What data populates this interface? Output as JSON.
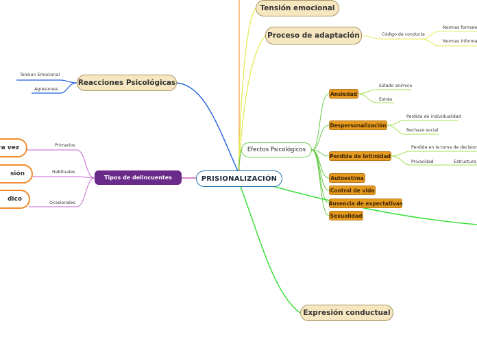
{
  "central": "PRISIONALIZACIÓN",
  "top_nodes": {
    "tension_emocional": "Tensión emocional",
    "proceso_adaptacion": "Proceso de adaptación",
    "codigo_conducta": "Código de conducta",
    "normas_formales": "Normas formales",
    "normas_informales": "Normas informales"
  },
  "reacciones": {
    "title": "Reacciones Psicológicas",
    "items": [
      "Tension Emocional",
      "Agresiones"
    ]
  },
  "tipos": {
    "title": "Tipos de delincuentes",
    "items": [
      "Primarios",
      "Habituales",
      "Ocasionales"
    ],
    "clouds": [
      "ra vez",
      "sión",
      "dico"
    ]
  },
  "efectos": {
    "title": "Efectos Psicológicos",
    "ansiedad": {
      "label": "Ansiedad",
      "subs": [
        "Estado anímico",
        "Estrés"
      ]
    },
    "despersonalizacion": {
      "label": "Despersonalización",
      "subs": [
        "Perdida de individualidad",
        "Rechazo social"
      ]
    },
    "intimidad": {
      "label": "Perdida de Intimidad",
      "subs": [
        "Perdida en la toma de decisiones",
        "Privacidad"
      ],
      "privacidad_sub": "Estructura d"
    },
    "others": [
      "Autoestima",
      "Control de vida",
      "Ausencia de expectativas",
      "Sexualidad"
    ]
  },
  "expresion": "Expresión conductual",
  "colors": {
    "central_border": "#1e6fa8",
    "beige": "#f6e7c0",
    "purple": "#6a2a8a",
    "orange": "#e59a1f",
    "green": "#68c948",
    "blue_link": "#1f5fe0"
  }
}
